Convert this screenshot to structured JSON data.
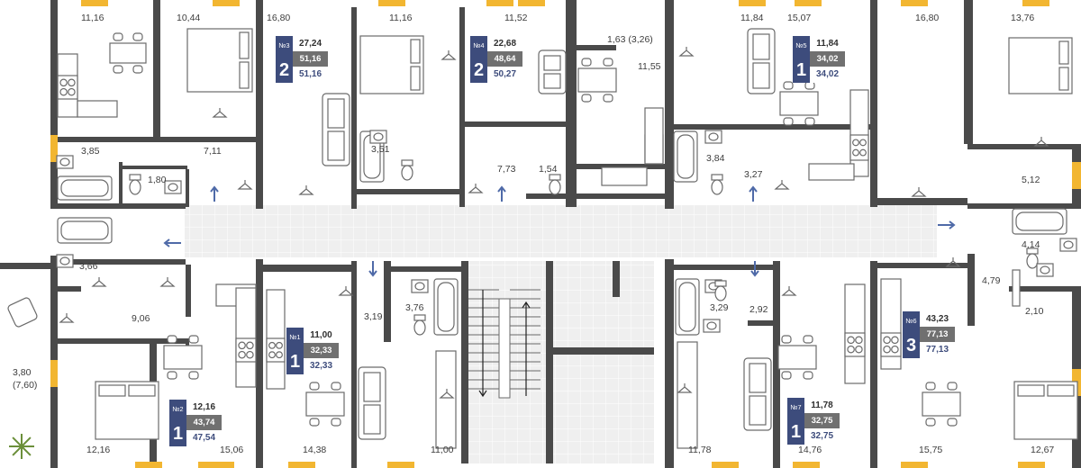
{
  "colors": {
    "wall": "#4a4a4a",
    "window": "#f2b631",
    "corridor": "#efefef",
    "badge_dark": "#3d4c7c",
    "badge_gray": "#707070",
    "arrow": "#4f6aa8",
    "fixture": "#6a6a6a"
  },
  "room_labels": [
    {
      "text": "11,16"
    },
    {
      "text": "10,44"
    },
    {
      "text": "16,80"
    },
    {
      "text": "11,16"
    },
    {
      "text": "11,52"
    },
    {
      "text": "1,63 (3,26)"
    },
    {
      "text": "11,55"
    },
    {
      "text": "11,84"
    },
    {
      "text": "15,07"
    },
    {
      "text": "16,80"
    },
    {
      "text": "13,76"
    },
    {
      "text": "3,85"
    },
    {
      "text": "7,11"
    },
    {
      "text": "1,80"
    },
    {
      "text": "3,51"
    },
    {
      "text": "7,73"
    },
    {
      "text": "1,54"
    },
    {
      "text": "3,84"
    },
    {
      "text": "3,27"
    },
    {
      "text": "5,12"
    },
    {
      "text": "3,66"
    },
    {
      "text": "4,14"
    },
    {
      "text": "4,79"
    },
    {
      "text": "9,06"
    },
    {
      "text": "3,19"
    },
    {
      "text": "3,76"
    },
    {
      "text": "3,29"
    },
    {
      "text": "2,92"
    },
    {
      "text": "2,10"
    },
    {
      "text": "3,80"
    },
    {
      "text": "(7,60)"
    },
    {
      "text": "12,16"
    },
    {
      "text": "15,06"
    },
    {
      "text": "14,38"
    },
    {
      "text": "11,00"
    },
    {
      "text": "11,78"
    },
    {
      "text": "14,76"
    },
    {
      "text": "15,75"
    },
    {
      "text": "12,67"
    }
  ],
  "apartments": [
    {
      "number": "№3",
      "rooms": "2",
      "row1": "27,24",
      "row2": "51,16",
      "row3": "51,16"
    },
    {
      "number": "№4",
      "rooms": "2",
      "row1": "22,68",
      "row2": "48,64",
      "row3": "50,27"
    },
    {
      "number": "№5",
      "rooms": "1",
      "row1": "11,84",
      "row2": "34,02",
      "row3": "34,02"
    },
    {
      "number": "№1",
      "rooms": "1",
      "row1": "11,00",
      "row2": "32,33",
      "row3": "32,33"
    },
    {
      "number": "№2",
      "rooms": "1",
      "row1": "12,16",
      "row2": "43,74",
      "row3": "47,54"
    },
    {
      "number": "№6",
      "rooms": "3",
      "row1": "43,23",
      "row2": "77,13",
      "row3": "77,13"
    },
    {
      "number": "№7",
      "rooms": "1",
      "row1": "11,78",
      "row2": "32,75",
      "row3": "32,75"
    }
  ],
  "icons": {
    "entry_arrow": "arrow-icon",
    "hanger": "hanger-icon",
    "bathtub": "bathtub-icon",
    "toilet": "toilet-icon",
    "sink": "sink-icon",
    "stove": "stove-icon",
    "bed": "bed-icon",
    "sofa": "sofa-icon",
    "dining": "dining-table-icon",
    "armchair": "armchair-icon",
    "plant": "plant-icon",
    "stairs": "stairs-icon"
  }
}
